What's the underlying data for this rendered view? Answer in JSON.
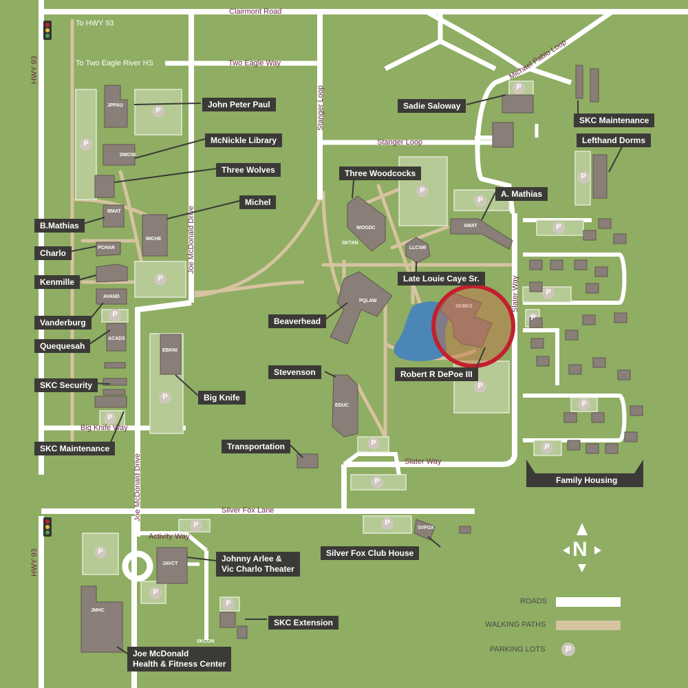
{
  "roads": {
    "clairmont": "Clairmont Road",
    "to_hwy93": "To HWY 93",
    "to_two_eagle": "To Two Eagle River HS",
    "two_eagle_way": "Two Eagle Way",
    "michael_pablo": "Michael Pablo Loop",
    "stanger_loop_v": "Stanger Loop",
    "stanger_loop_h": "Stanger Loop",
    "hwy93_top": "HWY 93",
    "hwy93_bottom": "HWY 93",
    "joe_mcdonald_top": "Joe McDonald Drive",
    "joe_mcdonald_bottom": "Joe McDonald Drive",
    "big_knife_way": "Big Knife Way",
    "slater_way_v": "Slater Way",
    "slater_way_h": "Slater Way",
    "silver_fox_lane": "Silver Fox Lane",
    "activity_way": "Activity Way"
  },
  "buildings": {
    "jppau": "JPPAU",
    "dmcni": "DMCNI",
    "bmat": "BMAT",
    "miche": "MICHE",
    "pchar": "PCHAR",
    "avand": "AVAND",
    "acads": "ACADS",
    "ebkni": "EBKNI",
    "woodc": "WOODC",
    "sktan": "SKTAN",
    "llcsm": "LLCSM",
    "amat": "AMAT",
    "pqlaw": "PQLAW",
    "skbks": "SKBKS",
    "educ": "EDUC",
    "svfox": "SVFOX",
    "javct": "JAVCT",
    "jmhc": "JMHC",
    "skcon": "SKCON"
  },
  "callouts": {
    "john_peter_paul": "John Peter Paul",
    "mcnickle": "McNickle Library",
    "three_wolves": "Three Wolves",
    "michel": "Michel",
    "b_mathias": "B.Mathias",
    "charlo": "Charlo",
    "kenmille": "Kenmille",
    "vanderburg": "Vanderburg",
    "quequesah": "Quequesah",
    "skc_security": "SKC Security",
    "skc_maintenance_left": "SKC Maintenance",
    "big_knife": "Big Knife",
    "transportation": "Transportation",
    "stevenson": "Stevenson",
    "beaverhead": "Beaverhead",
    "three_woodcocks": "Three Woodcocks",
    "late_louie": "Late Louie Caye Sr.",
    "a_mathias": "A. Mathias",
    "sadie_saloway": "Sadie Saloway",
    "skc_maintenance_right": "SKC Maintenance",
    "lefthand_dorms": "Lefthand Dorms",
    "robert_depoe": "Robert R DePoe III",
    "family_housing": "Family Housing",
    "silver_fox": "Silver Fox Club House",
    "johnny_arlee_1": "Johnny Arlee &",
    "johnny_arlee_2": "Vic Charlo Theater",
    "skc_extension": "SKC Extension",
    "joe_mcdonald_1": "Joe McDonald",
    "joe_mcdonald_2": "Health & Fitness Center"
  },
  "parking_symbol": "P",
  "north_symbol": "N",
  "legend": {
    "roads": "ROADS",
    "walking_paths": "WALKING PATHS",
    "parking_lots": "PARKING LOTS"
  },
  "colors": {
    "grass": "#8fad63",
    "road": "#ffffff",
    "path": "#d6c3a0",
    "building": "#8a7f78",
    "parking_lot": "#b5ca94",
    "callout_bg": "#3b3a37",
    "highlight_ring": "#c2202e",
    "water": "#4b86b6",
    "road_label": "#6e2a4a"
  }
}
